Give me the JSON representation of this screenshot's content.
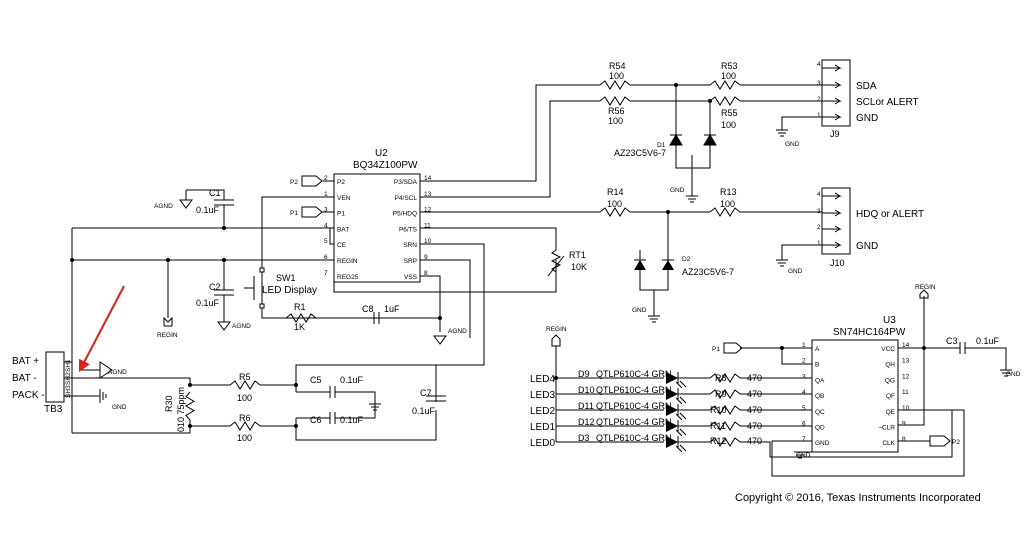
{
  "copyright": "Copyright © 2016, Texas Instruments Incorporated",
  "u2": {
    "ref": "U2",
    "part": "BQ34Z100PW",
    "left_pins": [
      {
        "num": "2",
        "name": "P2"
      },
      {
        "num": "1",
        "name": "VEN"
      },
      {
        "num": "3",
        "name": "P1"
      },
      {
        "num": "4",
        "name": "BAT"
      },
      {
        "num": "5",
        "name": "CE"
      },
      {
        "num": "6",
        "name": "REGIN"
      },
      {
        "num": "7",
        "name": "REG25"
      }
    ],
    "right_pins": [
      {
        "num": "14",
        "name": "P3/SDA"
      },
      {
        "num": "13",
        "name": "P4/SCL"
      },
      {
        "num": "12",
        "name": "P5/HDQ"
      },
      {
        "num": "11",
        "name": "P6/TS"
      },
      {
        "num": "10",
        "name": "SRN"
      },
      {
        "num": "9",
        "name": "SRP"
      },
      {
        "num": "8",
        "name": "VSS"
      }
    ]
  },
  "u3": {
    "ref": "U3",
    "part": "SN74HC164PW",
    "left_pins": [
      {
        "num": "1",
        "name": "A"
      },
      {
        "num": "2",
        "name": "B"
      },
      {
        "num": "3",
        "name": "QA"
      },
      {
        "num": "4",
        "name": "QB"
      },
      {
        "num": "5",
        "name": "QC"
      },
      {
        "num": "6",
        "name": "QD"
      },
      {
        "num": "7",
        "name": "GND"
      }
    ],
    "right_pins": [
      {
        "num": "14",
        "name": "VCC"
      },
      {
        "num": "13",
        "name": "QH"
      },
      {
        "num": "12",
        "name": "QG"
      },
      {
        "num": "11",
        "name": "QF"
      },
      {
        "num": "10",
        "name": "QE"
      },
      {
        "num": "9",
        "name": "~CLR"
      },
      {
        "num": "8",
        "name": "CLK"
      }
    ]
  },
  "j9": {
    "ref": "J9",
    "pins": [
      "4",
      "3",
      "2",
      "1"
    ],
    "signals": [
      "SDA",
      "SCLor ALERT",
      "GND"
    ]
  },
  "j10": {
    "ref": "J10",
    "pins": [
      "4",
      "3",
      "2",
      "1"
    ],
    "signals": [
      "HDQ or ALERT",
      "GND"
    ]
  },
  "tb3": {
    "ref": "TB3",
    "pins": [
      "SH1",
      "SH2",
      "SH3"
    ],
    "labels": [
      "BAT +",
      "BAT -",
      "PACK -"
    ]
  },
  "resistors": [
    {
      "ref": "R54",
      "value": "100"
    },
    {
      "ref": "R53",
      "value": "100"
    },
    {
      "ref": "R56",
      "value": "100"
    },
    {
      "ref": "R55",
      "value": "100"
    },
    {
      "ref": "R14",
      "value": "100"
    },
    {
      "ref": "R13",
      "value": "100"
    },
    {
      "ref": "R1",
      "value": "1K"
    },
    {
      "ref": "R5",
      "value": "100"
    },
    {
      "ref": "R6",
      "value": "100"
    },
    {
      "ref": "R30",
      "value": "010 75ppm"
    },
    {
      "ref": "R8",
      "value": "470"
    },
    {
      "ref": "R9",
      "value": "470"
    },
    {
      "ref": "R10",
      "value": "470"
    },
    {
      "ref": "R11",
      "value": "470"
    },
    {
      "ref": "R12",
      "value": "470"
    }
  ],
  "capacitors": [
    {
      "ref": "C1",
      "value": "0.1uF"
    },
    {
      "ref": "C2",
      "value": "0.1uF"
    },
    {
      "ref": "C8",
      "value": "1uF"
    },
    {
      "ref": "C5",
      "value": "0.1uF"
    },
    {
      "ref": "C6",
      "value": "0.1uF"
    },
    {
      "ref": "C7",
      "value": "0.1uF"
    },
    {
      "ref": "C3",
      "value": "0.1uF"
    }
  ],
  "diodes": [
    {
      "ref": "D1",
      "value": "AZ23C5V6-7"
    },
    {
      "ref": "D2",
      "value": "AZ23C5V6-7"
    }
  ],
  "thermistor": {
    "ref": "RT1",
    "value": "10K"
  },
  "switch": {
    "ref": "SW1",
    "label": "LED Display"
  },
  "leds": [
    {
      "net": "LED4",
      "ref": "D9",
      "part": "QTLP610C-4 GRN"
    },
    {
      "net": "LED3",
      "ref": "D10",
      "part": "QTLP610C-4 GRN"
    },
    {
      "net": "LED2",
      "ref": "D11",
      "part": "QTLP610C-4 GRN"
    },
    {
      "net": "LED1",
      "ref": "D12",
      "part": "QTLP610C-4 GRN"
    },
    {
      "net": "LED0",
      "ref": "D3",
      "part": "QTLP610C-4 GRN"
    }
  ],
  "nets": {
    "agnd": "AGND",
    "gnd": "GND",
    "regin": "REGIN",
    "p1": "P1",
    "p2": "P2"
  }
}
